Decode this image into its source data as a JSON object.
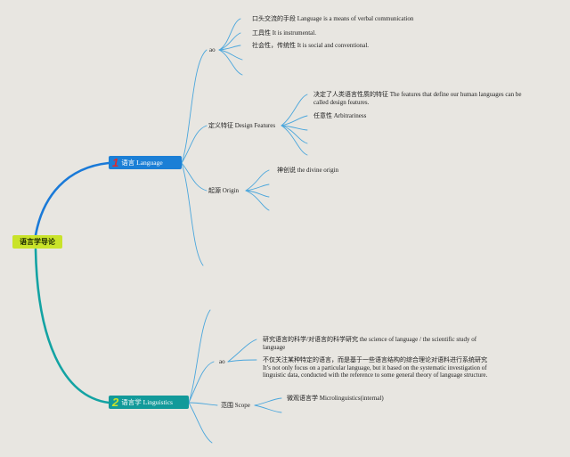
{
  "root": {
    "label": "语言学导论"
  },
  "language": {
    "num": "1",
    "label": "语言 Language",
    "num_color": "#e02a2a",
    "box_color": "#1b7fd6",
    "ao": "ao",
    "ao_items": [
      "口头交流的手段 Language is a means of verbal communication",
      "工具性 It is instrumental.",
      "社会性，传统性 It is social and conventional."
    ],
    "design_features": "定义特征 Design Features",
    "df_items": [
      "决定了人类语言性质的特征 The features that define our human languages can be called design features.",
      "任意性 Arbitrariness"
    ],
    "origin": "起源 Origin",
    "origin_items": [
      "神创说 the divine origin"
    ]
  },
  "linguistics": {
    "num": "2",
    "label": "语言学 Linguistics",
    "num_color": "#c9e32a",
    "box_color": "#129a9a",
    "ao": "ao",
    "ao_items": [
      "研究语言的科学/对语言的科学研究 the science of language / the scientific study of language",
      "不仅关注某种特定的语言，而是基于一些语言结构的综合理论对语料进行系统研究 It’s not only focus on a particular language, but it based on the systematic investigation of linguistic data, conducted with the reference to some general theory of language structure."
    ],
    "scope": "范围 Scope",
    "scope_items": [
      "微观语言学 Microlinguistics(internal)"
    ]
  },
  "colors": {
    "blue_branch": "#1a7ad8",
    "teal_branch": "#13a3a3",
    "lines": "#4aa6dc"
  }
}
